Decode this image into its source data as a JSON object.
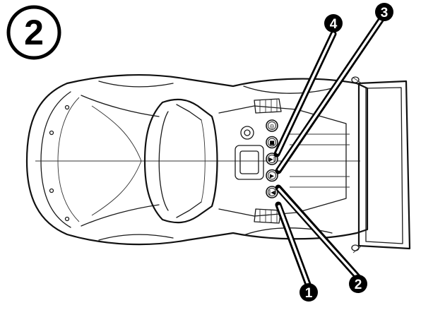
{
  "step": {
    "number": "2"
  },
  "callouts": [
    {
      "id": "1",
      "label": "1"
    },
    {
      "id": "2",
      "label": "2"
    },
    {
      "id": "3",
      "label": "3"
    },
    {
      "id": "4",
      "label": "4"
    }
  ],
  "buttons": [
    {
      "name": "mode-button",
      "glyph": "◎"
    },
    {
      "name": "stop-button",
      "glyph": "■"
    },
    {
      "name": "skip-next-button",
      "glyph": "▶|"
    },
    {
      "name": "play-button",
      "glyph": "▶"
    },
    {
      "name": "skip-prev-button",
      "glyph": "|◀"
    }
  ],
  "colors": {
    "ink": "#111111",
    "paper": "#ffffff"
  }
}
